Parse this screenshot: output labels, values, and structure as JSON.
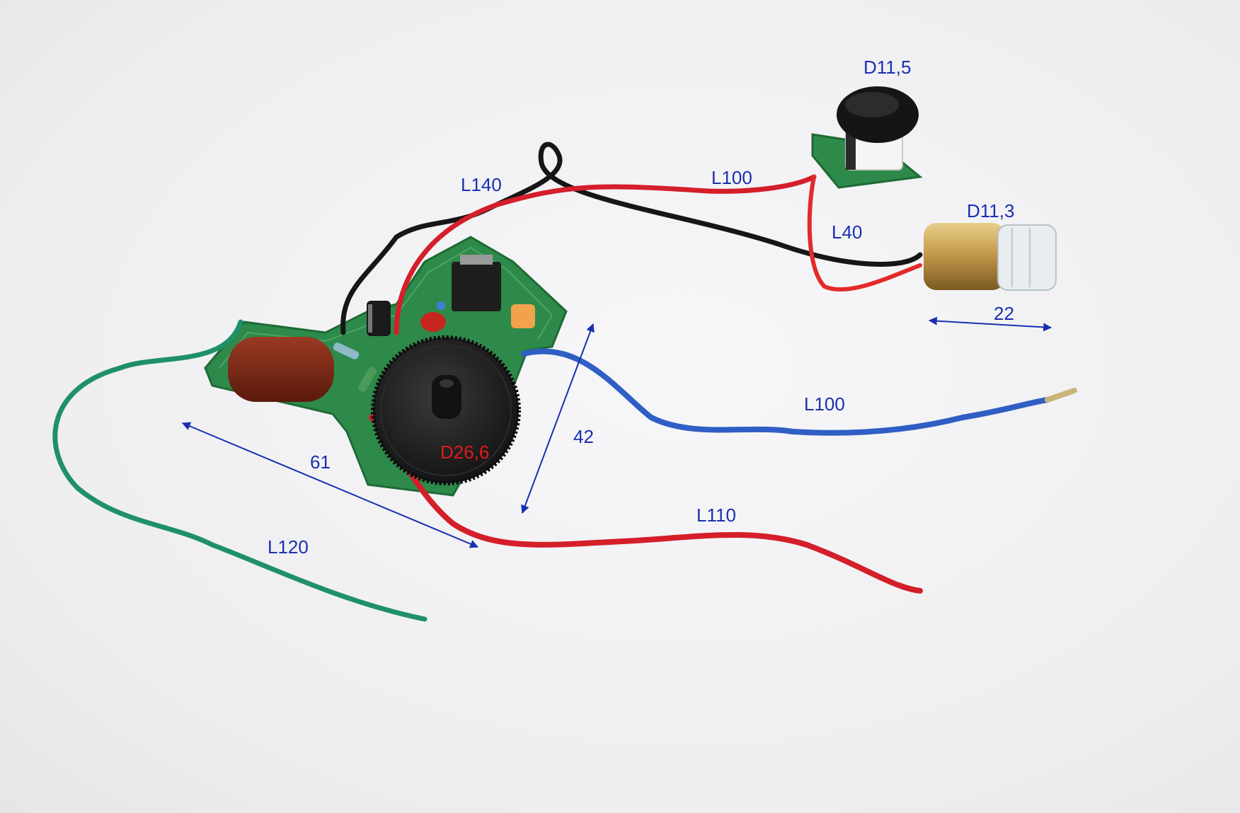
{
  "colors": {
    "annotation": "#1a2fb0",
    "annotation_accent": "#e01a1a",
    "wire_red": "#d41f2a",
    "wire_black": "#161616",
    "wire_blue": "#2f5fc4",
    "wire_green": "#1f9068",
    "pcb": "#2d8a4a",
    "knob": "#1b1b1b",
    "capacitor": "#7a2a18",
    "brass": "#c59a4c"
  },
  "labels": {
    "button_diameter": "D11,5",
    "wire_top_red": "L100",
    "wire_black_loop": "L140",
    "wire_short_red": "L40",
    "lamp_diameter": "D11,3",
    "lamp_length": "22",
    "wire_blue": "L100",
    "board_height": "42",
    "knob_diameter": "D26,6",
    "board_width": "61",
    "wire_long_red": "L110",
    "wire_green": "L120"
  }
}
